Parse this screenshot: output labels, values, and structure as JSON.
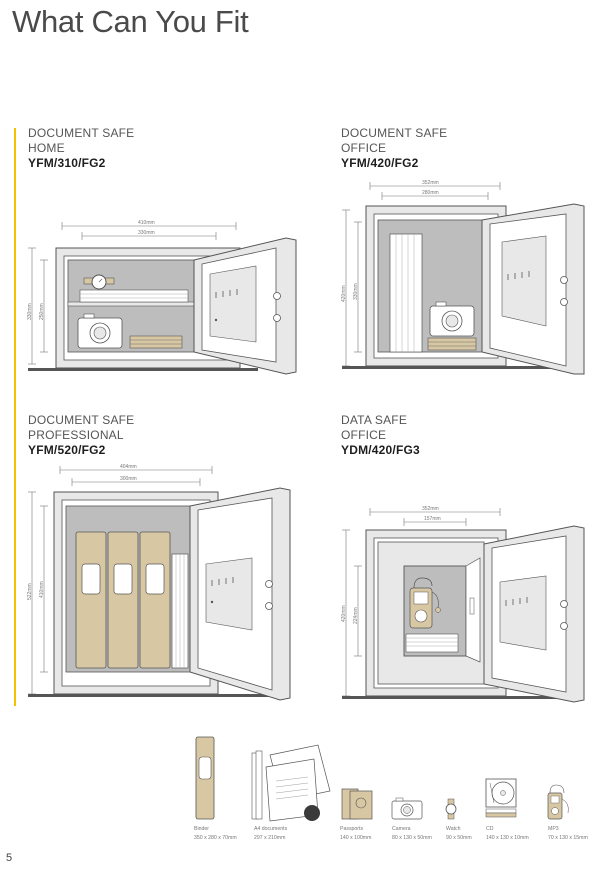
{
  "page": {
    "title": "What Can You Fit",
    "number": "5"
  },
  "safes": [
    {
      "line1": "DOCUMENT SAFE",
      "line2": "HOME",
      "model": "YFM/310/FG2",
      "width_outer": "410mm",
      "width_inner": "330mm",
      "height_outer": "330mm",
      "height_inner": "250mm"
    },
    {
      "line1": "DOCUMENT SAFE",
      "line2": "OFFICE",
      "model": "YFM/420/FG2",
      "width_outer": "352mm",
      "width_inner": "280mm",
      "height_outer": "420mm",
      "height_inner": "330mm"
    },
    {
      "line1": "DOCUMENT SAFE",
      "line2": "PROFESSIONAL",
      "model": "YFM/520/FG2",
      "width_outer": "404mm",
      "width_inner": "300mm",
      "height_outer": "522mm",
      "height_inner": "410mm"
    },
    {
      "line1": "DATA SAFE",
      "line2": "OFFICE",
      "model": "YDM/420/FG3",
      "width_outer": "352mm",
      "width_inner": "157mm",
      "height_outer": "420mm",
      "height_inner": "224mm"
    }
  ],
  "legend": [
    {
      "name": "Binder",
      "size": "350 x 280 x 70mm",
      "icon": "binder-icon"
    },
    {
      "name": "A4 documents",
      "size": "297 x 210mm",
      "icon": "documents-icon"
    },
    {
      "name": "Passports",
      "size": "140 x 100mm",
      "icon": "passport-icon"
    },
    {
      "name": "Camera",
      "size": "80 x 130 x 50mm",
      "icon": "camera-icon"
    },
    {
      "name": "Watch",
      "size": "90 x 50mm",
      "icon": "watch-icon"
    },
    {
      "name": "CD",
      "size": "140 x 130 x 10mm",
      "icon": "cd-icon"
    },
    {
      "name": "MP3",
      "size": "70 x 130 x 15mm",
      "icon": "mp3-icon"
    }
  ],
  "colors": {
    "accent": "#f2c200",
    "safe_body": "#e8e8e8",
    "safe_interior": "#bdbdbd",
    "binder_tan": "#d8c7a3",
    "line": "#555555"
  }
}
